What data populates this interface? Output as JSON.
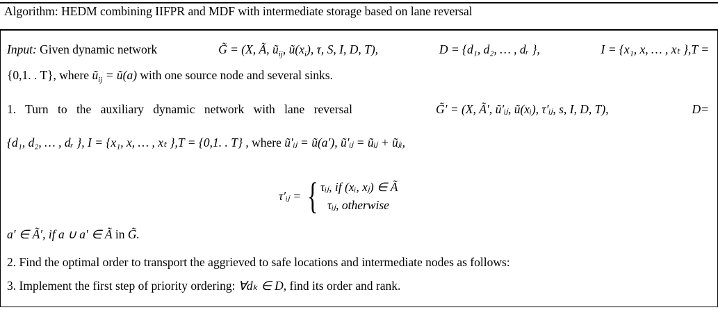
{
  "title": "Algorithm: HEDM combining IIFPR and MDF with intermediate storage based on lane reversal",
  "input": {
    "label": "Input:",
    "text1": "Given dynamic network",
    "network": "G̃ = (X, Ã, ũ",
    "network_sub1": "ij",
    "network_rest": ", ũ(x",
    "network_sub2": "i",
    "network_end": "), τ, S, I, D, T),",
    "D_set": "D = {d₁, d₂, … , dᵣ },",
    "I_set": "I = {x₁, x, … , xₜ },T =",
    "line2_T": "{0,1. . T}, where",
    "line2_u": "ũ",
    "line2_u_sub": "ij",
    "line2_eq": "= ũ(a)",
    "line2_text": "with one source node and several sinks."
  },
  "step1": {
    "text": "1. Turn to the auxiliary dynamic network with lane reversal",
    "network": "G̃′ = (X, Ã′, ũ′ᵢⱼ, ũ(xᵢ), τ′ᵢⱼ, s, I, D, T),",
    "D_label": "D=",
    "line2_sets": "{d₁, d₂, … , dᵣ }, I = {x₁, x, … , xₜ },T = {0,1. . T} ,",
    "line2_where": "where",
    "line2_eq1": "ũ′ᵢⱼ = ũ(a′),",
    "line2_eq2": "ũ′ᵢⱼ = ũᵢⱼ + ũⱼᵢ,",
    "tau_lhs": "τ′ᵢⱼ =",
    "case1": "τᵢⱼ, if (xᵢ, xⱼ) ∈ Ã",
    "case2": "τᵢⱼ, otherwise",
    "a_line": "a′ ∈ Ã′, if a ∪ a′ ∈ Ã",
    "a_line_in": "in",
    "a_line_G": "G̃."
  },
  "step2": "2. Find the optimal order to transport the aggrieved to safe locations and intermediate nodes as follows:",
  "step3_prefix": "3. Implement the first step of priority ordering:",
  "step3_math": "∀dₖ ∈ D,",
  "step3_suffix": "find its order and rank."
}
